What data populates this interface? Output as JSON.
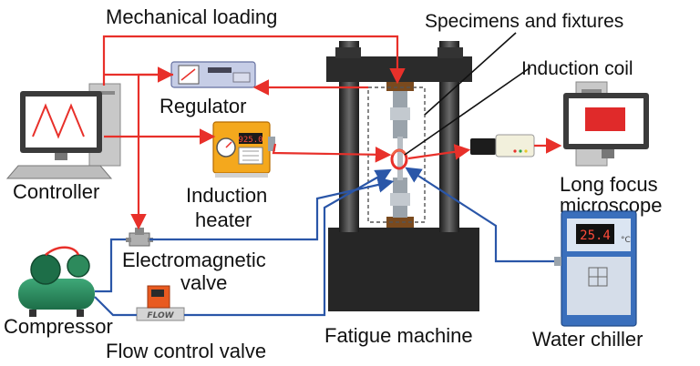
{
  "labels": {
    "mechanical_loading": "Mechanical loading",
    "specimens_fixtures": "Specimens and fixtures",
    "induction_coil": "Induction coil",
    "regulator": "Regulator",
    "controller": "Controller",
    "induction_heater_1": "Induction",
    "induction_heater_2": "heater",
    "long_focus_1": "Long focus",
    "long_focus_2": "microscope",
    "electromagnetic_1": "Electromagnetic",
    "electromagnetic_2": "valve",
    "compressor": "Compressor",
    "flow_control_valve": "Flow control valve",
    "fatigue_machine": "Fatigue machine",
    "water_chiller": "Water chiller"
  },
  "device_text": {
    "heater_display": "925.0",
    "chiller_temp": "25.4",
    "chiller_unit": "°C",
    "flow_label": "FLOW"
  },
  "colors": {
    "mechanical_line": "#e8302a",
    "air_line": "#2a56a8",
    "water_line": "#2a56a8",
    "machine_dark": "#2b2b2b",
    "specimen_box": "#555555"
  }
}
